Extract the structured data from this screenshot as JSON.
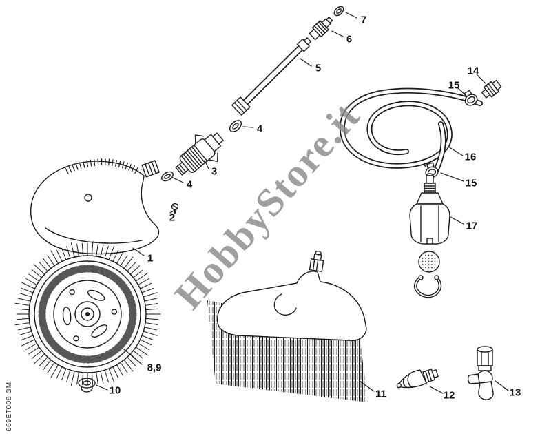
{
  "watermark": {
    "text": "HobbyStore.it"
  },
  "side_label": "669ET006 GM",
  "colors": {
    "ink": "#1a1a1a",
    "watermark_gray": "#878787"
  },
  "callouts": [
    {
      "part": "1"
    },
    {
      "part": "2"
    },
    {
      "part": "3"
    },
    {
      "part": "4"
    },
    {
      "part": "4"
    },
    {
      "part": "5"
    },
    {
      "part": "6"
    },
    {
      "part": "7"
    },
    {
      "part": "8,9"
    },
    {
      "part": "10"
    },
    {
      "part": "11"
    },
    {
      "part": "12"
    },
    {
      "part": "13"
    },
    {
      "part": "14"
    },
    {
      "part": "15"
    },
    {
      "part": "15"
    },
    {
      "part": "16"
    },
    {
      "part": "17"
    }
  ]
}
